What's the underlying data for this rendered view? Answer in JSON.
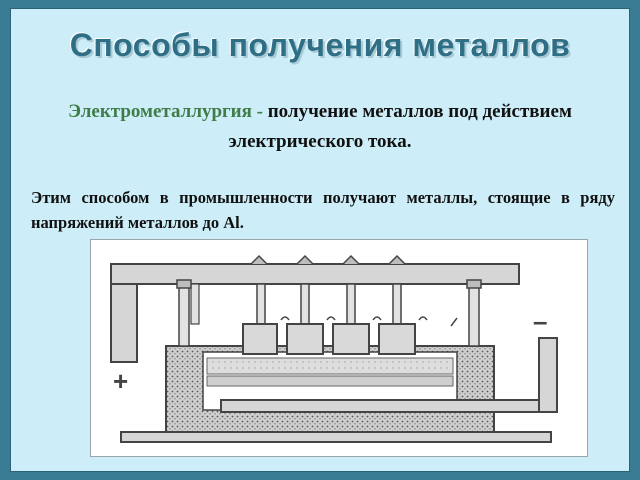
{
  "slide": {
    "title": "Способы получения металлов",
    "definition": {
      "term": "Электрометаллургия -",
      "text": " получение металлов под действием электрического тока."
    },
    "note": "Этим способом в промышленности получают металлы, стоящие в ряду напряжений металлов до Al.",
    "figure": {
      "plus_sign": "+",
      "minus_sign": "–"
    }
  }
}
